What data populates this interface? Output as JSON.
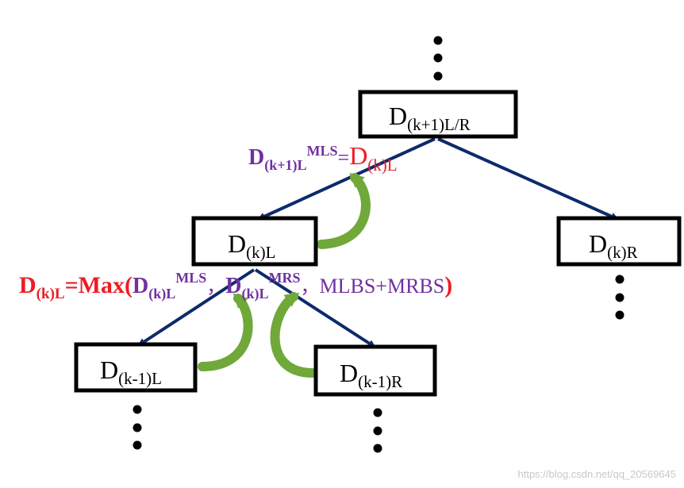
{
  "colors": {
    "edge": "#0d2a6b",
    "box_border": "#000000",
    "text": "#000000",
    "purple": "#7030a0",
    "red": "#ee1c25",
    "green_arrow": "#70a83a",
    "watermark": "#c8c8c8"
  },
  "nodes": {
    "top": {
      "main": "D",
      "sub": "(k+1)L/R"
    },
    "mid_left": {
      "main": "D",
      "sub": "(k)L"
    },
    "mid_right": {
      "main": "D",
      "sub": "(k)R"
    },
    "bot_left": {
      "main": "D",
      "sub": "(k-1)L"
    },
    "bot_right": {
      "main": "D",
      "sub": "(k-1)R"
    }
  },
  "formula_top": {
    "lhs_main": "D",
    "lhs_sub": "(k+1)L",
    "lhs_sup": "MLS",
    "equals": "=",
    "rhs_main": "D",
    "rhs_sub": "(k)L"
  },
  "formula_mid": {
    "lhs_main": "D",
    "lhs_sub": "(k)L",
    "eq_max": "=Max(",
    "t1_main": "D",
    "t1_sub": "(k)L",
    "t1_sup": "MLS",
    "sep1": "，",
    "t2_main": "D",
    "t2_sub": "(k)L",
    "t2_sup": "MRS",
    "sep2": "，",
    "t3": "MLBS+MRBS",
    "close": ")"
  },
  "watermark": "https://blog.csdn.net/qq_20569645"
}
